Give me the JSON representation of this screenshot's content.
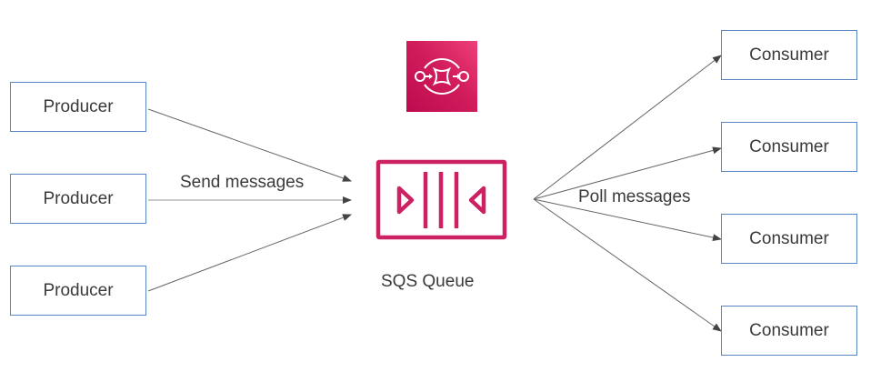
{
  "producers": [
    {
      "label": "Producer"
    },
    {
      "label": "Producer"
    },
    {
      "label": "Producer"
    }
  ],
  "consumers": [
    {
      "label": "Consumer"
    },
    {
      "label": "Consumer"
    },
    {
      "label": "Consumer"
    },
    {
      "label": "Consumer"
    }
  ],
  "edges": {
    "send_label": "Send messages",
    "poll_label": "Poll messages"
  },
  "queue": {
    "label": "SQS Queue",
    "icon": "sqs-queue-icon",
    "service_icon": "amazon-sqs-service-icon"
  },
  "colors": {
    "brand": "#cc2264",
    "box_border": "#5b86c2",
    "line": "#555555"
  }
}
